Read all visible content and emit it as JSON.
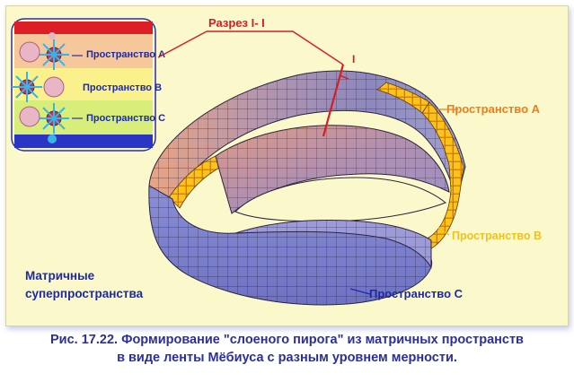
{
  "labels": {
    "section": "Разрез  I- I",
    "section_mark": "I",
    "space_a": "Пространство А",
    "space_b": "Пространство В",
    "space_c": "Пространство С",
    "matrix_line1": "Матричные",
    "matrix_line2": "суперпространства"
  },
  "inset": {
    "row_a": "Пространство А",
    "row_b": "Пространство В",
    "row_c": "Пространство С"
  },
  "caption": {
    "line1": "Рис. 17.22. Формирование \"слоеного пирога\" из  матричных пространств",
    "line2": "в виде   ленты Мёбиуса с разным уровнем мерности."
  },
  "colors": {
    "background": "#fbf8cc",
    "space_a": "#ee7e18",
    "space_b": "#f1c21b",
    "space_c": "#1d2aa8",
    "section": "#d51e24",
    "caption": "#2a2f9c"
  }
}
